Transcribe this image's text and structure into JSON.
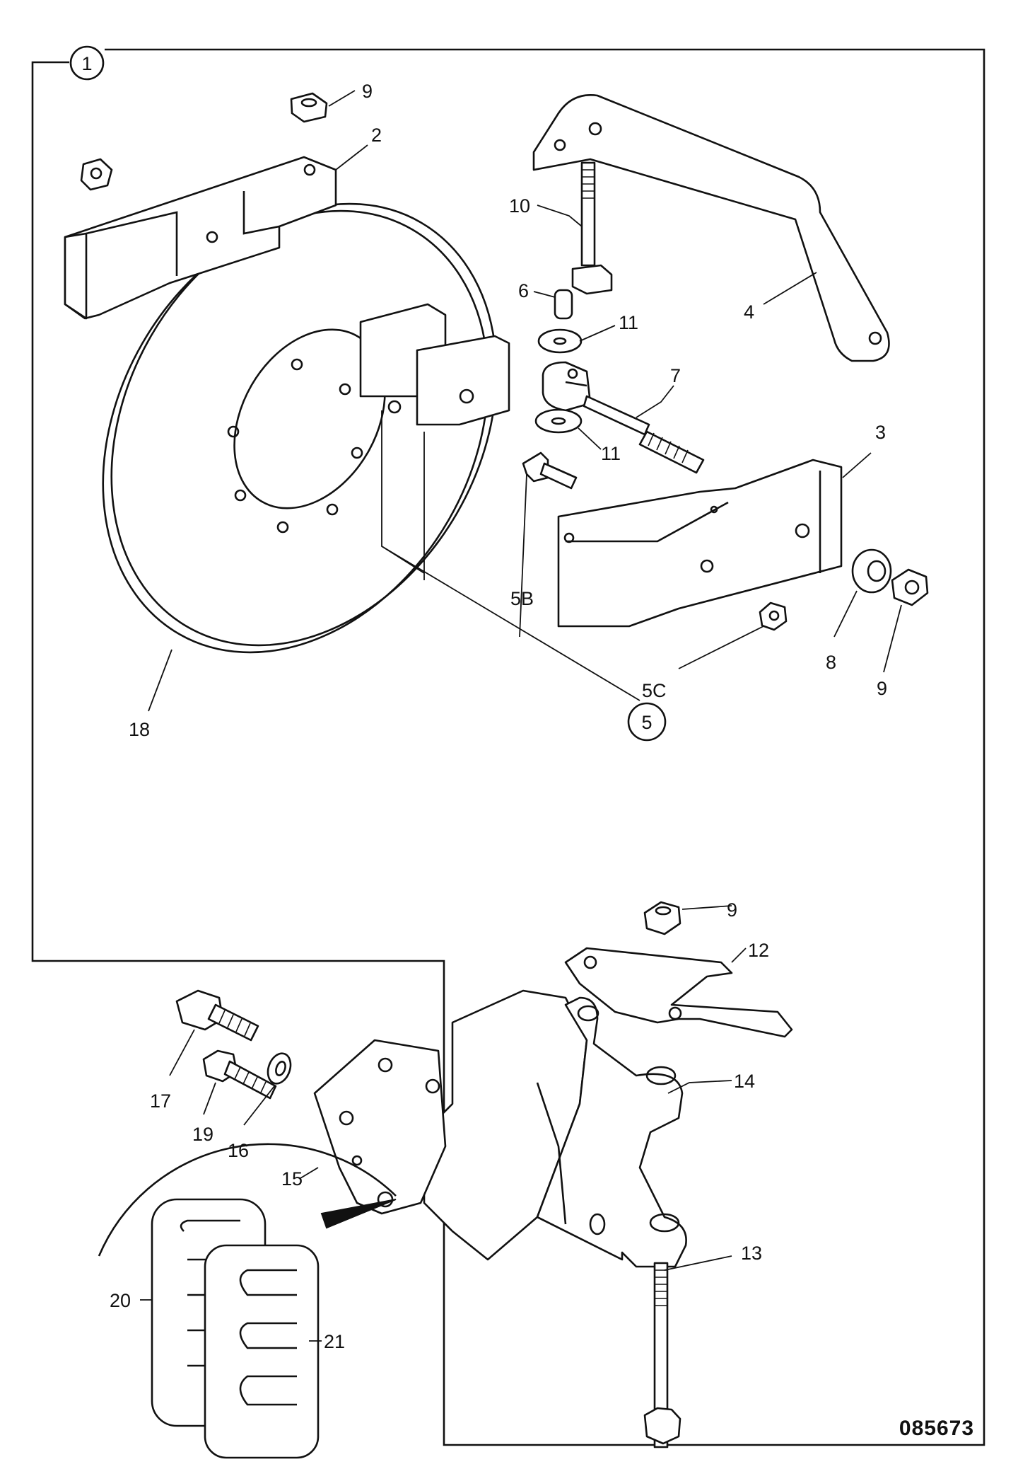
{
  "callouts": {
    "c1": "1",
    "c2": "2",
    "c3": "3",
    "c4": "4",
    "c5": "5",
    "c5b": "5B",
    "c5c": "5C",
    "c6": "6",
    "c7": "7",
    "c8": "8",
    "c9a": "9",
    "c9b": "9",
    "c9c": "9",
    "c10": "10",
    "c11a": "11",
    "c11b": "11",
    "c12": "12",
    "c13": "13",
    "c14": "14",
    "c15": "15",
    "c16": "16",
    "c17": "17",
    "c18": "18",
    "c19": "19",
    "c20": "20",
    "c21": "21"
  },
  "drawing_number": "085673"
}
